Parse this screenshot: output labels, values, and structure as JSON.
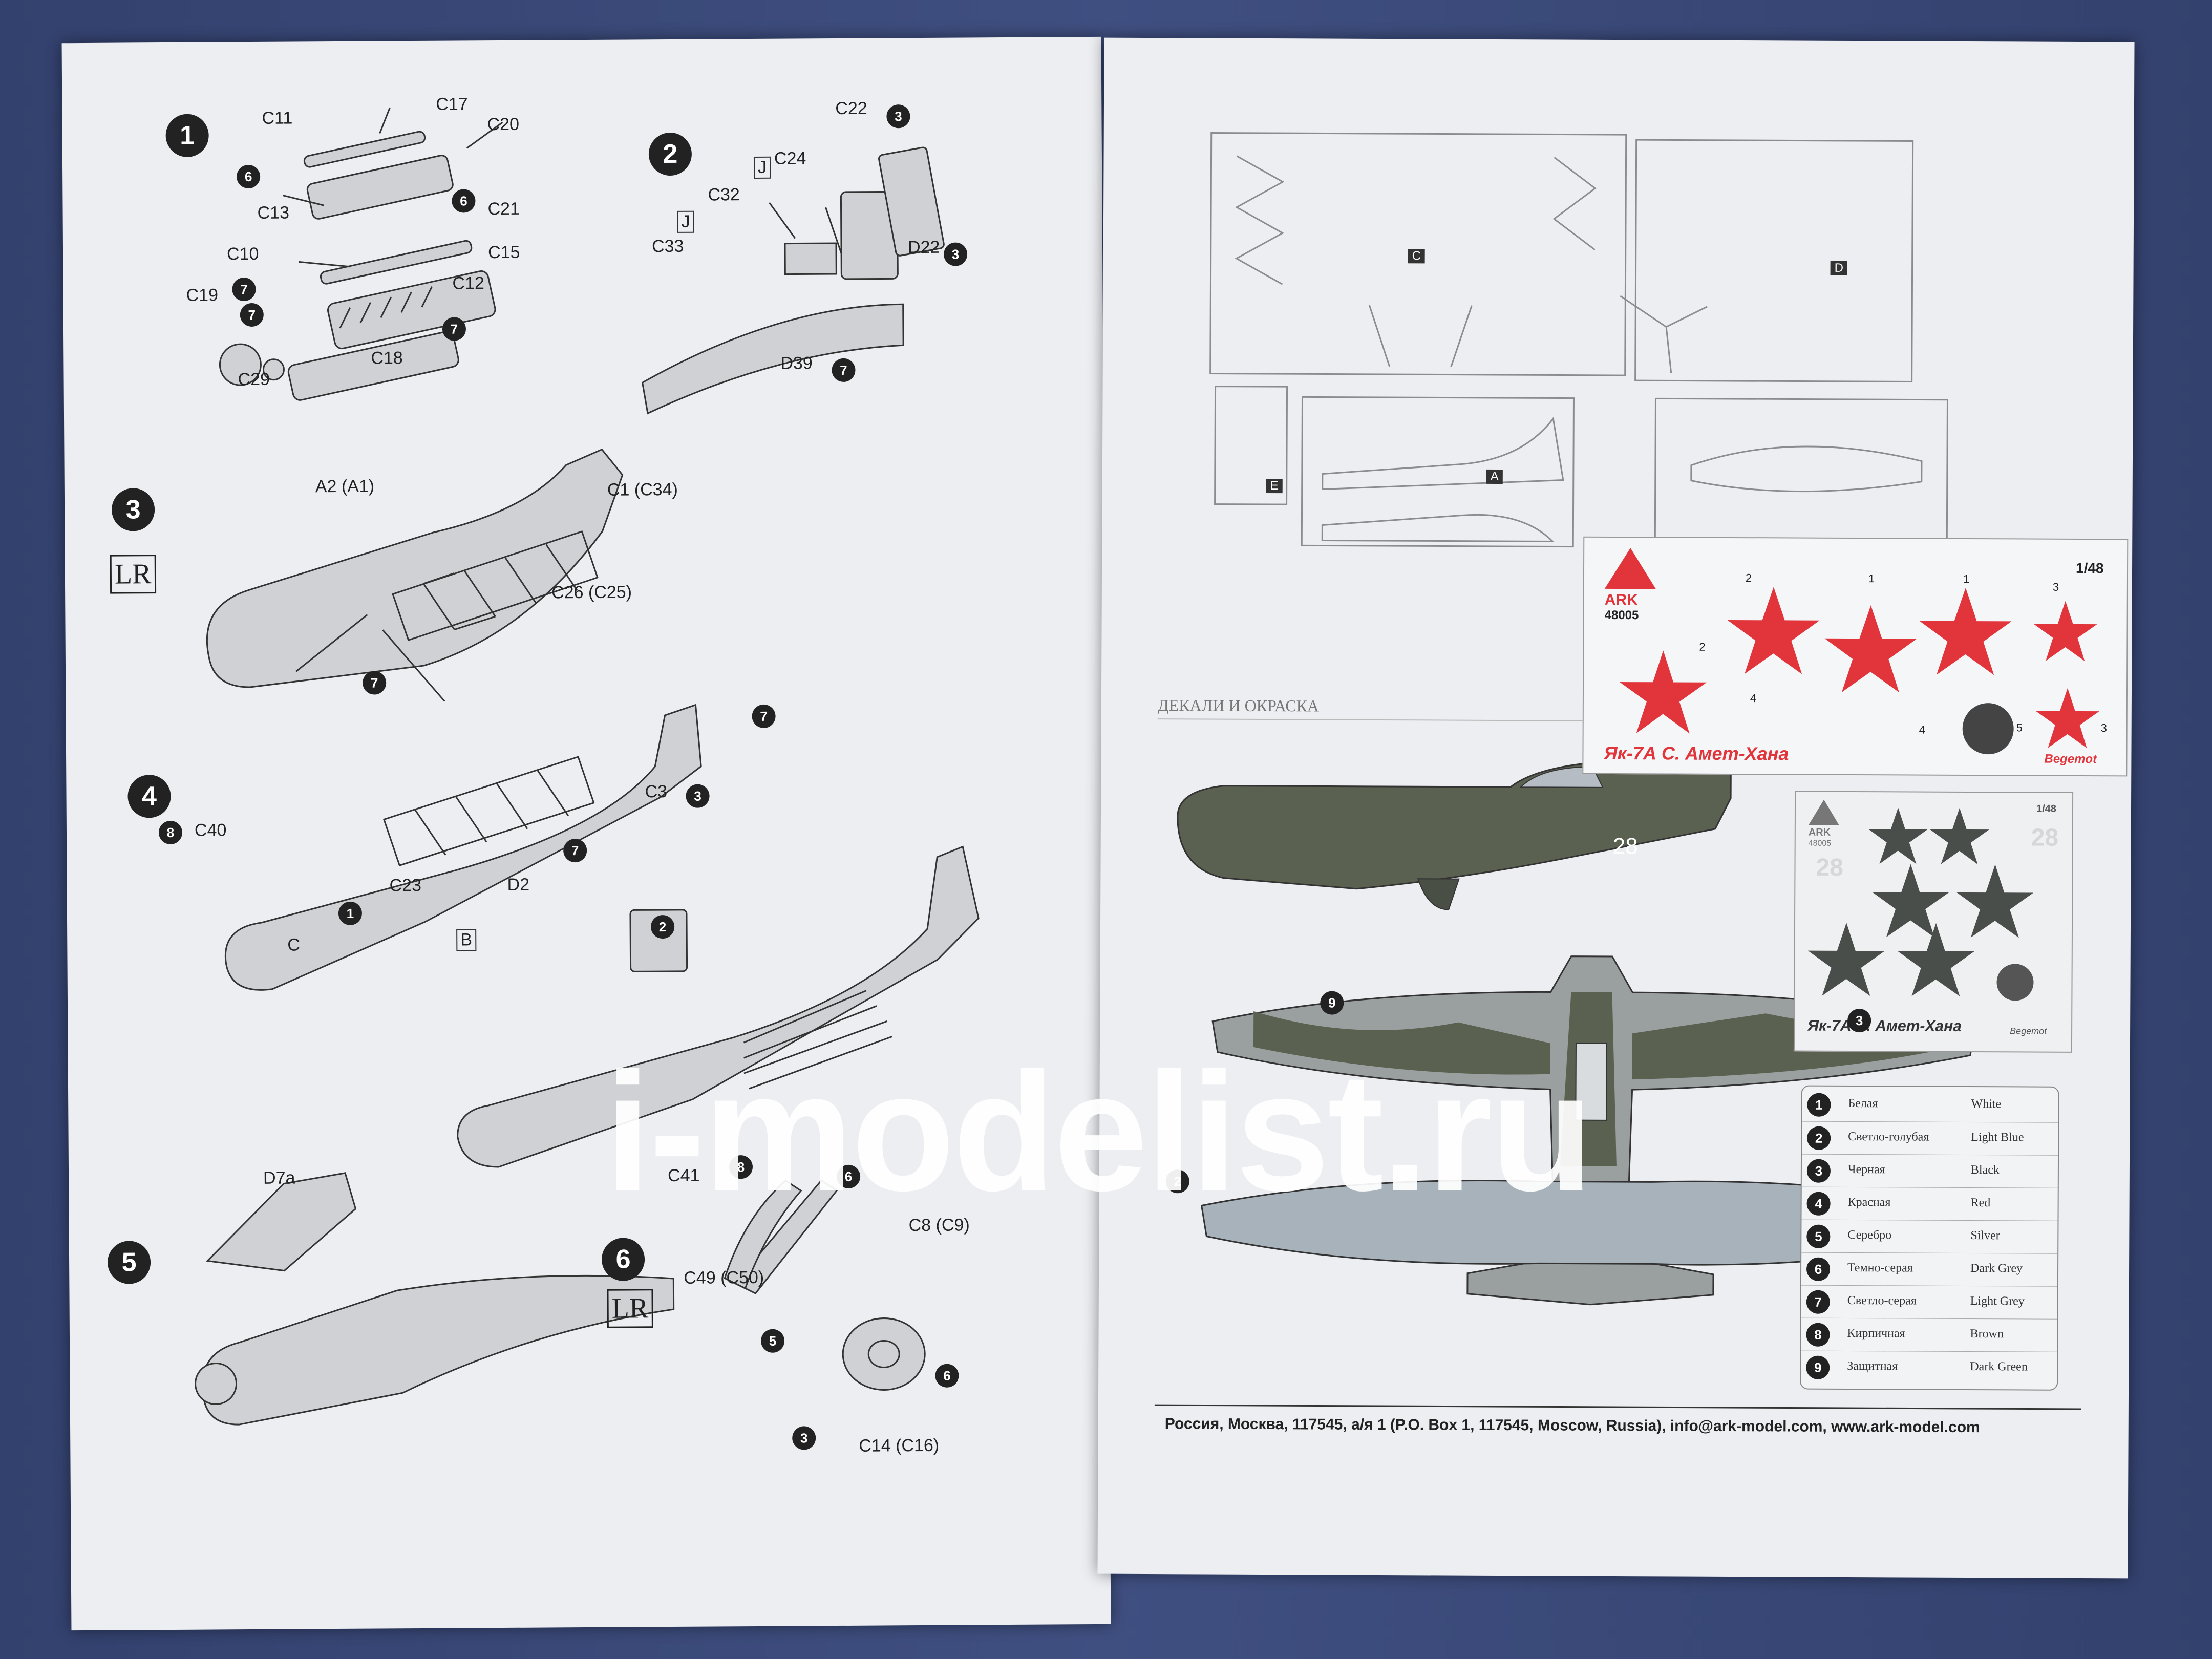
{
  "left_sheet": {
    "steps": [
      "1",
      "2",
      "3",
      "4",
      "5",
      "6"
    ],
    "lr_marks": [
      "LR",
      "LR"
    ],
    "callouts": [
      "6",
      "7",
      "7",
      "7",
      "6",
      "3",
      "3",
      "7",
      "7",
      "7",
      "3",
      "8",
      "7",
      "1",
      "2",
      "8",
      "6",
      "5",
      "3",
      "6"
    ],
    "parts": {
      "s1": [
        "C11",
        "C17",
        "C20",
        "C13",
        "C21",
        "C10",
        "C15",
        "C12",
        "C19",
        "C18",
        "C29"
      ],
      "s2": [
        "C22",
        "J",
        "C24",
        "C32",
        "J",
        "C33",
        "D22",
        "D39"
      ],
      "s3": [
        "A2 (A1)",
        "C1 (C34)",
        "C26 (C25)"
      ],
      "s4": [
        "C40",
        "C3",
        "C23",
        "D2",
        "B",
        "C",
        "C41"
      ],
      "s5": [
        "D7a"
      ],
      "s6": [
        "C8 (C9)",
        "C49 (C50)",
        "C14 (C16)"
      ]
    }
  },
  "right_sheet": {
    "sprue_letters": [
      "C",
      "D",
      "A",
      "E"
    ],
    "section_title": "ДЕКАЛИ И ОКРАСКА",
    "decal_main": {
      "brand": "ARK",
      "kit": "48005",
      "scale": "1/48",
      "caption": "Як-7А С. Амет-Хана",
      "maker": "Begemot",
      "numbers": [
        "2",
        "1",
        "1",
        "3",
        "2",
        "4",
        "4",
        "5",
        "3"
      ]
    },
    "decal_small": {
      "brand": "ARK",
      "kit": "48005",
      "scale": "1/48",
      "caption": "Як-7А С. Амет-Хана",
      "maker": "Begemot",
      "numbers": [
        "28",
        "28"
      ]
    },
    "aircraft_number": "28",
    "callouts": [
      "9",
      "3",
      "2"
    ],
    "legend": [
      {
        "n": "1",
        "ru": "Белая",
        "en": "White"
      },
      {
        "n": "2",
        "ru": "Светло-голубая",
        "en": "Light Blue"
      },
      {
        "n": "3",
        "ru": "Черная",
        "en": "Black"
      },
      {
        "n": "4",
        "ru": "Красная",
        "en": "Red"
      },
      {
        "n": "5",
        "ru": "Серебро",
        "en": "Silver"
      },
      {
        "n": "6",
        "ru": "Темно-серая",
        "en": "Dark Grey"
      },
      {
        "n": "7",
        "ru": "Светло-серая",
        "en": "Light Grey"
      },
      {
        "n": "8",
        "ru": "Кирпичная",
        "en": "Brown"
      },
      {
        "n": "9",
        "ru": "Защитная",
        "en": "Dark Green"
      }
    ],
    "footer": "Россия, Москва, 117545, а/я 1 (P.O. Box 1, 117545, Moscow, Russia),   info@ark-model.com,   www.ark-model.com"
  },
  "watermark": "i-modelist.ru",
  "colors": {
    "star_red": "#e2353b",
    "paint_green": "#5a6150",
    "paint_grey": "#9aa0a0"
  }
}
